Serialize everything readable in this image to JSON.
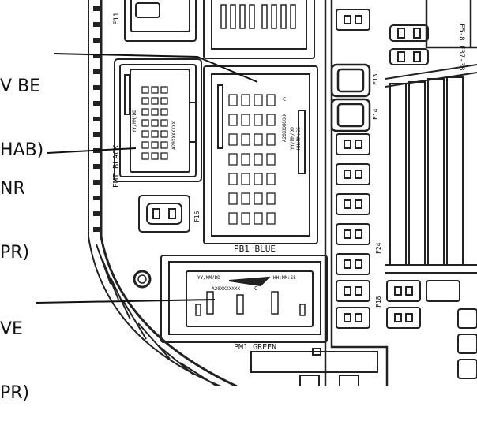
{
  "callouts": {
    "top_line1": "V BE",
    "top_line2": "HAB)",
    "mid_line1": "NR",
    "mid_line2": "PR)",
    "bot_line1": "VE",
    "bot_line2": "PR)"
  },
  "connectors": {
    "pb1": "PB1 BLUE",
    "pm1": "PM1 GREEN",
    "emt": "EMT BLACK"
  },
  "fuses": {
    "f11": "F11",
    "f16": "F16",
    "f13": "F13",
    "f14": "F14",
    "f24": "F24",
    "f18": "F18",
    "range": "F5-8 F37-38"
  },
  "part_codes": {
    "emt_code": "A20XXXXXXX",
    "emt_date": "YY/MM/DD",
    "pb1_code": "A20XXXXXXX",
    "pb1_date": "YY/MM/DD",
    "pb1_time": "HH:MM:SS",
    "pm1_date": "YY/MM/DD",
    "pm1_time": "HH:MM:SS",
    "pm1_code": "A20XXXXXXX",
    "pm1_letter": "C",
    "pb1_letter": "C"
  },
  "right_column_text": "F5-8 F37-38"
}
